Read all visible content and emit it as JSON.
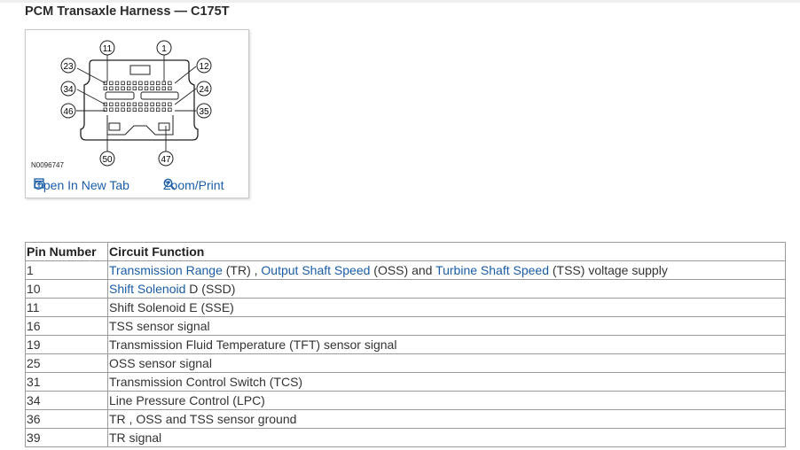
{
  "page_title": "PCM Transaxle Harness — C175T",
  "figure": {
    "callouts": [
      "11",
      "1",
      "23",
      "12",
      "34",
      "24",
      "46",
      "35",
      "50",
      "47"
    ],
    "figure_code": "N0096747",
    "open_tab_label": "Open In New Tab",
    "zoom_label": "Zoom/Print"
  },
  "table": {
    "headers": [
      "Pin Number",
      "Circuit Function"
    ],
    "rows": [
      {
        "pin": "1",
        "parts": [
          {
            "text": "Transmission Range",
            "link": true
          },
          {
            "text": " (TR) , ",
            "link": false
          },
          {
            "text": "Output Shaft Speed",
            "link": true
          },
          {
            "text": " (OSS) and ",
            "link": false
          },
          {
            "text": "Turbine Shaft Speed",
            "link": true
          },
          {
            "text": " (TSS) voltage supply",
            "link": false
          }
        ]
      },
      {
        "pin": "10",
        "parts": [
          {
            "text": "Shift Solenoid",
            "link": true
          },
          {
            "text": " D (SSD)",
            "link": false
          }
        ]
      },
      {
        "pin": "11",
        "parts": [
          {
            "text": "Shift Solenoid E (SSE)",
            "link": false
          }
        ]
      },
      {
        "pin": "16",
        "parts": [
          {
            "text": "TSS sensor signal",
            "link": false
          }
        ]
      },
      {
        "pin": "19",
        "parts": [
          {
            "text": "Transmission Fluid Temperature (TFT) sensor signal",
            "link": false
          }
        ]
      },
      {
        "pin": "25",
        "parts": [
          {
            "text": "OSS sensor signal",
            "link": false
          }
        ]
      },
      {
        "pin": "31",
        "parts": [
          {
            "text": "Transmission Control Switch (TCS)",
            "link": false
          }
        ]
      },
      {
        "pin": "34",
        "parts": [
          {
            "text": "Line Pressure Control (LPC)",
            "link": false
          }
        ]
      },
      {
        "pin": "36",
        "parts": [
          {
            "text": "TR , OSS and TSS sensor ground",
            "link": false
          }
        ]
      },
      {
        "pin": "39",
        "parts": [
          {
            "text": "TR signal",
            "link": false
          }
        ]
      }
    ]
  },
  "colors": {
    "link": "#1a5da6",
    "border": "#9a9a9a"
  }
}
